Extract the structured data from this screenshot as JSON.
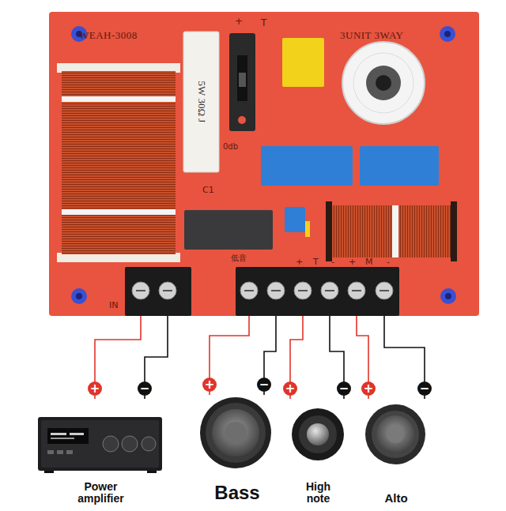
{
  "diagram": {
    "nodes": [
      {
        "text": [
          "WEAH-3008",
          "3UNIT 3WAY"
        ]
      },
      {
        "text": [
          "Power amplifier"
        ]
      },
      {
        "text": [
          "Bass"
        ]
      },
      {
        "text": [
          "High note"
        ]
      },
      {
        "text": [
          "Alto"
        ]
      }
    ],
    "edges": [
      {
        "from": 0,
        "to": 1,
        "label": "+",
        "arrow": "none"
      },
      {
        "from": 0,
        "to": 1,
        "label": "−",
        "arrow": "none"
      },
      {
        "from": 0,
        "to": 2,
        "label": "+",
        "arrow": "none"
      },
      {
        "from": 0,
        "to": 2,
        "label": "−",
        "arrow": "none"
      },
      {
        "from": 0,
        "to": 3,
        "label": "+",
        "arrow": "none"
      },
      {
        "from": 0,
        "to": 3,
        "label": "−",
        "arrow": "none"
      },
      {
        "from": 0,
        "to": 4,
        "label": "+",
        "arrow": "none"
      },
      {
        "from": 0,
        "to": 4,
        "label": "−",
        "arrow": "none"
      }
    ],
    "labels": [
      "+",
      "T",
      "5W 30Ω J",
      "0db",
      "C1",
      "IN",
      "低音",
      "+",
      "T",
      "-",
      "+",
      "M",
      "-"
    ]
  }
}
